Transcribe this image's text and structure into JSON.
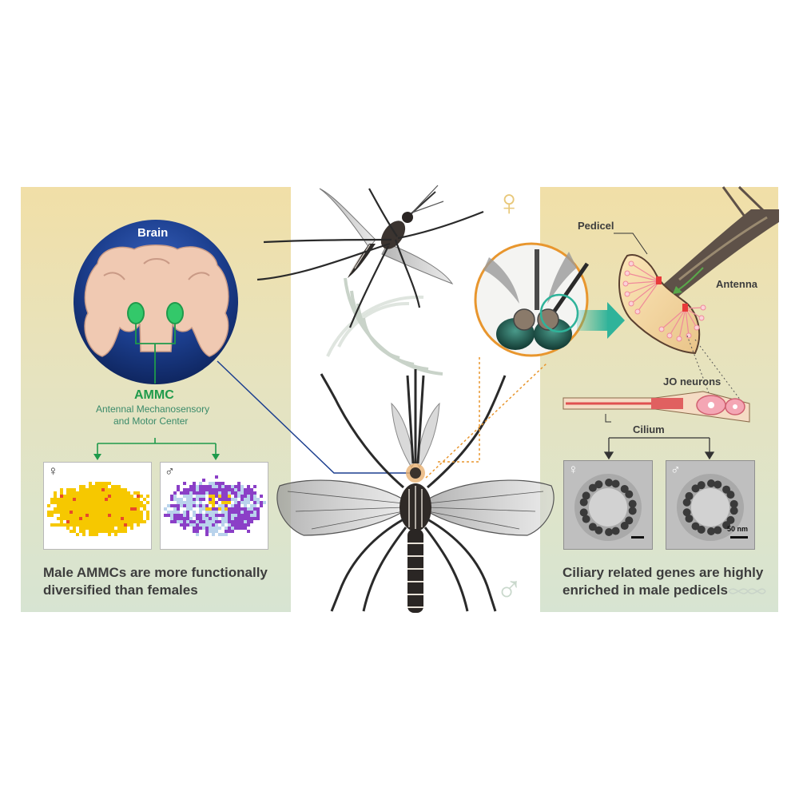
{
  "left_panel": {
    "brain_label": "Brain",
    "ammc_title": "AMMC",
    "ammc_full_line1": "Antennal Mechanosensory",
    "ammc_full_line2": "and Motor Center",
    "female_symbol": "♀",
    "male_symbol": "♂",
    "caption_line1": "Male AMMCs are more functionally",
    "caption_line2": "diversified than females"
  },
  "right_panel": {
    "pedicel_label": "Pedicel",
    "antenna_label": "Antenna",
    "jo_label": "JO neurons",
    "cilium_label": "Cilium",
    "female_symbol": "♀",
    "male_symbol": "♂",
    "scale_label": "50 nm",
    "caption_line1": "Ciliary related genes are highly",
    "caption_line2": "enriched in male pedicels"
  },
  "center": {
    "female_symbol": "♀",
    "male_symbol": "♂"
  },
  "colors": {
    "panel_top": "#f1dfa7",
    "panel_bottom": "#d7e4d2",
    "ammc_green": "#1f9a4b",
    "brain_circle": "#1c3f8f",
    "heatmap_yellow": "#f6c800",
    "heatmap_purple": "#8b3fc7",
    "heatmap_light_blue": "#b9d3ec",
    "neuron_pink": "#f08a9a",
    "orange_accent": "#e8962e",
    "teal_arrow": "#2fb39a"
  }
}
